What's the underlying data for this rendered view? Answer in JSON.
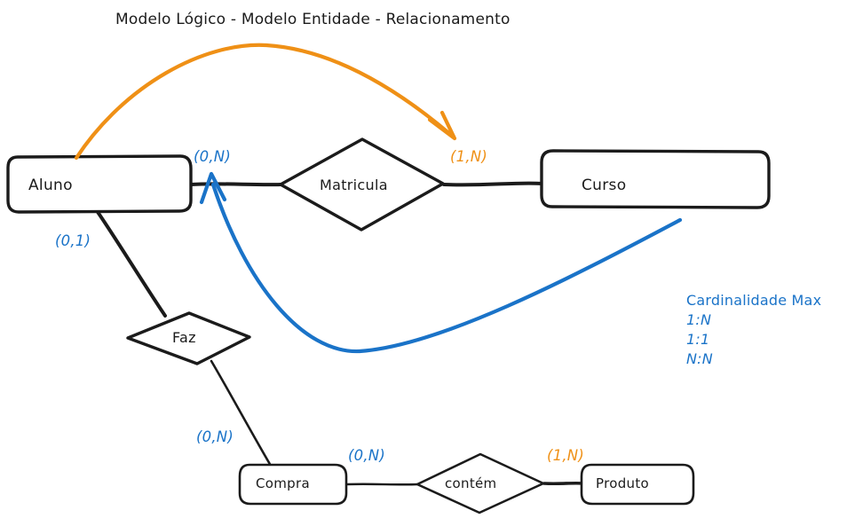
{
  "title": "Modelo Lógico - Modelo Entidade - Relacionamento",
  "colors": {
    "ink": "#1b1b1b",
    "blue": "#1a73c8",
    "orange": "#ef9016",
    "background": "#ffffff"
  },
  "entities": [
    {
      "id": "aluno",
      "label": "Aluno"
    },
    {
      "id": "curso",
      "label": "Curso"
    },
    {
      "id": "compra",
      "label": "Compra"
    },
    {
      "id": "produto",
      "label": "Produto"
    }
  ],
  "relationships": [
    {
      "id": "matricula",
      "label": "Matricula"
    },
    {
      "id": "faz",
      "label": "Faz"
    },
    {
      "id": "contem",
      "label": "contém"
    }
  ],
  "cardinalities": [
    {
      "id": "aluno-matricula",
      "text": "(0,N)",
      "color": "blue"
    },
    {
      "id": "matricula-curso",
      "text": "(1,N)",
      "color": "orange"
    },
    {
      "id": "aluno-faz",
      "text": "(0,1)",
      "color": "blue"
    },
    {
      "id": "faz-compra",
      "text": "(0,N)",
      "color": "blue"
    },
    {
      "id": "compra-contem",
      "text": "(0,N)",
      "color": "blue"
    },
    {
      "id": "contem-produto",
      "text": "(1,N)",
      "color": "orange"
    }
  ],
  "legend": {
    "title": "Cardinalidade Max",
    "items": [
      "1:N",
      "1:1",
      "N:N"
    ]
  },
  "annotations": [
    {
      "id": "orange-arc",
      "color": "#ef9016",
      "from": "aluno",
      "to": "curso-side"
    },
    {
      "id": "blue-arc",
      "color": "#1a73c8",
      "from": "curso",
      "to": "aluno"
    }
  ]
}
